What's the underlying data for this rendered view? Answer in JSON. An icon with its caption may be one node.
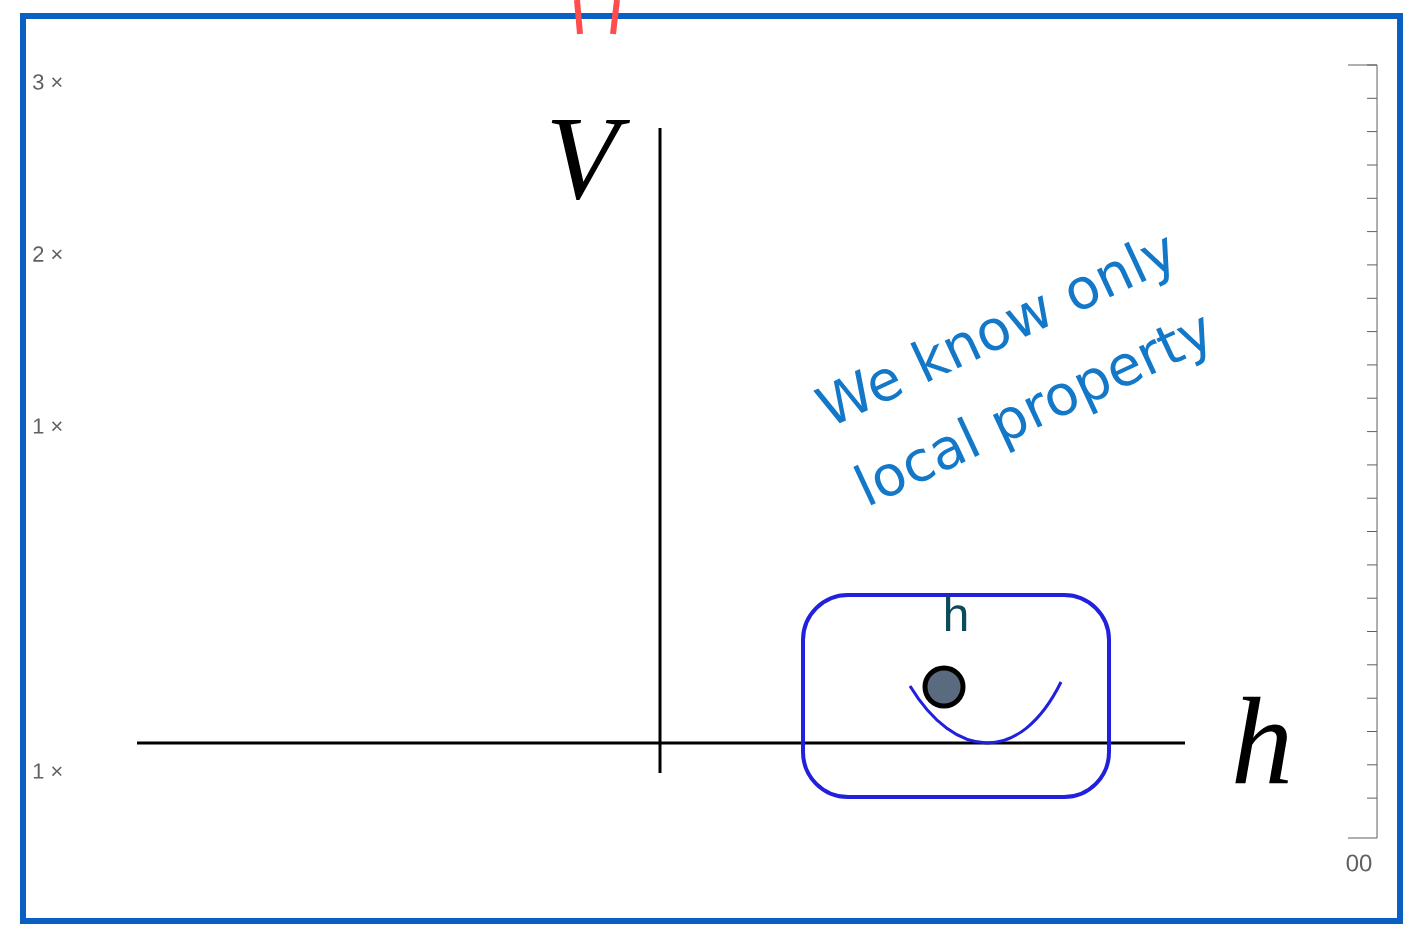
{
  "diagram": {
    "nodes": [
      {
        "text": [
          "h"
        ]
      }
    ],
    "labels": [
      "3 ×",
      "2 ×",
      "1 ×",
      "1 ×",
      "00",
      "V",
      "h",
      "We know only local property"
    ]
  }
}
